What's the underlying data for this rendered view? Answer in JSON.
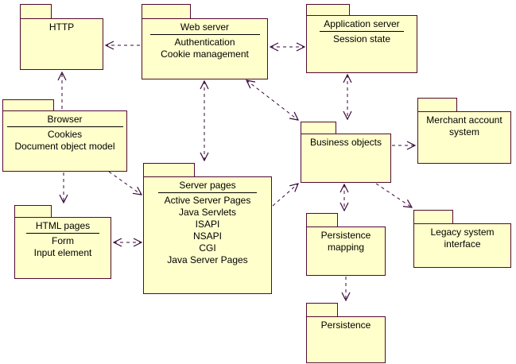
{
  "diagram_type": "uml-package-diagram",
  "colors": {
    "package_fill": "#ffffcc",
    "package_border": "#500a32",
    "connector": "#3a0a3a",
    "text": "#000000",
    "background": "#ffffff"
  },
  "packages": {
    "http": {
      "title": "HTTP",
      "items": []
    },
    "web_server": {
      "title": "Web server",
      "items": [
        "Authentication",
        "Cookie management"
      ]
    },
    "application_server": {
      "title": "Application server",
      "items": [
        "Session state"
      ]
    },
    "browser": {
      "title": "Browser",
      "items": [
        "Cookies",
        "Document object model"
      ]
    },
    "html_pages": {
      "title": "HTML pages",
      "items": [
        "Form",
        "Input element"
      ]
    },
    "server_pages": {
      "title": "Server pages",
      "items": [
        "Active Server Pages",
        "Java Servlets",
        "ISAPI",
        "NSAPI",
        "CGI",
        "Java Server Pages"
      ]
    },
    "business_objects": {
      "title": "Business objects",
      "items": []
    },
    "merchant_account_system": {
      "title": "Merchant account system",
      "items": []
    },
    "legacy_system_interface": {
      "title": "Legacy system interface",
      "items": []
    },
    "persistence_mapping": {
      "title": "Persistence mapping",
      "items": []
    },
    "persistence": {
      "title": "Persistence",
      "items": []
    }
  },
  "connections": [
    {
      "from": "Web server",
      "to": "HTTP",
      "line": "dashed",
      "arrowheads": "single"
    },
    {
      "from": "Web server",
      "to": "Application server",
      "line": "dashed",
      "arrowheads": "double"
    },
    {
      "from": "Browser",
      "to": "HTTP",
      "line": "dashed",
      "arrowheads": "single"
    },
    {
      "from": "Browser",
      "to": "HTML pages",
      "line": "dashed",
      "arrowheads": "single"
    },
    {
      "from": "Browser",
      "to": "Server pages",
      "line": "dashed",
      "arrowheads": "single"
    },
    {
      "from": "HTML pages",
      "to": "Server pages",
      "line": "dashed",
      "arrowheads": "double"
    },
    {
      "from": "Web server",
      "to": "Server pages",
      "line": "dashed",
      "arrowheads": "double"
    },
    {
      "from": "Web server",
      "to": "Business objects",
      "line": "dashed",
      "arrowheads": "double"
    },
    {
      "from": "Application server",
      "to": "Business objects",
      "line": "dashed",
      "arrowheads": "double"
    },
    {
      "from": "Server pages",
      "to": "Business objects",
      "line": "dashed",
      "arrowheads": "single"
    },
    {
      "from": "Business objects",
      "to": "Merchant account system",
      "line": "dashed",
      "arrowheads": "single"
    },
    {
      "from": "Business objects",
      "to": "Persistence mapping",
      "line": "dashed",
      "arrowheads": "double"
    },
    {
      "from": "Business objects",
      "to": "Legacy system interface",
      "line": "dashed",
      "arrowheads": "single"
    },
    {
      "from": "Persistence mapping",
      "to": "Persistence",
      "line": "dashed",
      "arrowheads": "single"
    }
  ]
}
